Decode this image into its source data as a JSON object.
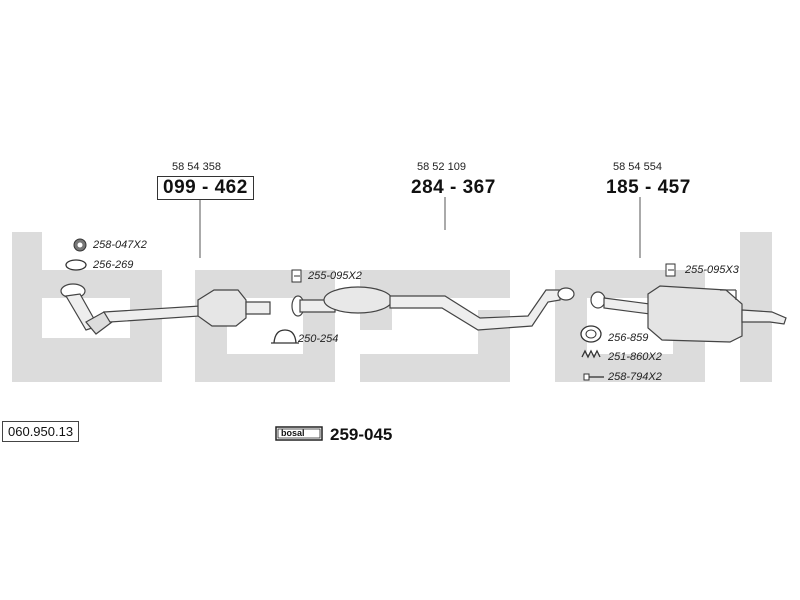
{
  "diagram_code": "060.950.13",
  "watermark_text": "bosal",
  "parts": [
    {
      "oe": "58 54 358",
      "part": "099 - 462",
      "boxed": true
    },
    {
      "oe": "58 52 109",
      "part": "284 - 367",
      "boxed": false
    },
    {
      "oe": "58 54 554",
      "part": "185 - 457",
      "boxed": false
    }
  ],
  "accessories": [
    {
      "label": "258-047X2",
      "icon": "gasket-ring-icon"
    },
    {
      "label": "256-269",
      "icon": "o-ring-icon"
    },
    {
      "label": "255-095X2",
      "icon": "clamp-icon"
    },
    {
      "label": "250-254",
      "icon": "u-bolt-clamp-icon"
    },
    {
      "label": "255-095X3",
      "icon": "clamp-icon"
    },
    {
      "label": "256-859",
      "icon": "seal-ring-icon"
    },
    {
      "label": "251-860X2",
      "icon": "spring-icon"
    },
    {
      "label": "258-794X2",
      "icon": "bolt-icon"
    }
  ],
  "kit": {
    "logo": "bosal",
    "number": "259-045"
  },
  "colors": {
    "watermark": "#d8d8d8",
    "line": "#555555",
    "pipe_fill": "#eeeeee"
  }
}
